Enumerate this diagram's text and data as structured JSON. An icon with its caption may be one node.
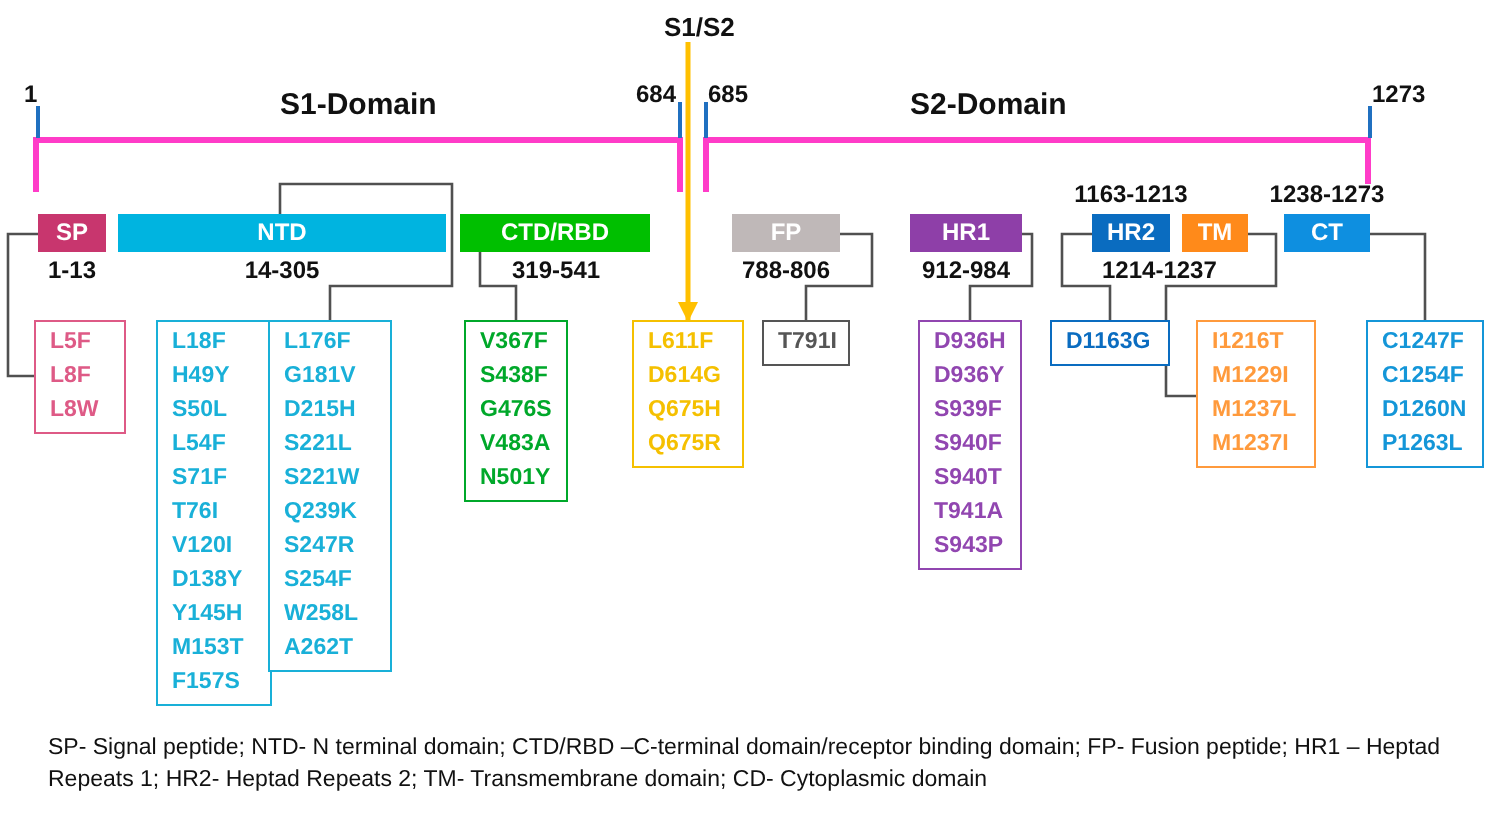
{
  "diagram": {
    "caption": "SP- Signal peptide; NTD- N terminal domain; CTD/RBD –C-terminal domain/receptor binding domain; FP- Fusion peptide; HR1 – Heptad Repeats 1; HR2- Heptad Repeats 2; TM- Transmembrane domain; CD- Cytoplasmic domain",
    "nodes": [
      {
        "text": [
          "S1/S2"
        ]
      },
      {
        "text": [
          "SP",
          "1-13"
        ]
      },
      {
        "text": [
          "NTD",
          "14-305"
        ]
      },
      {
        "text": [
          "CTD/RBD",
          "319-541"
        ]
      },
      {
        "text": [
          "FP",
          "788-806"
        ]
      },
      {
        "text": [
          "HR1",
          "912-984"
        ]
      },
      {
        "text": [
          "1163-1213",
          "HR2"
        ]
      },
      {
        "text": [
          "TM",
          "1214-1237"
        ]
      },
      {
        "text": [
          "1238-1273",
          "CT"
        ]
      },
      {
        "text": [
          "L5F",
          "L8F",
          "L8W"
        ]
      },
      {
        "text": [
          "L18F",
          "H49Y",
          "S50L",
          "L54F",
          "S71F",
          "T76I",
          "V120I",
          "D138Y",
          "Y145H",
          "M153T",
          "F157S"
        ]
      },
      {
        "text": [
          "L176F",
          "G181V",
          "D215H",
          "S221L",
          "S221W",
          "Q239K",
          "S247R",
          "S254F",
          "W258L",
          "A262T"
        ]
      },
      {
        "text": [
          "V367F",
          "S438F",
          "G476S",
          "V483A",
          "N501Y"
        ]
      },
      {
        "text": [
          "L611F",
          "D614G",
          "Q675H",
          "Q675R"
        ]
      },
      {
        "text": [
          "T791I"
        ]
      },
      {
        "text": [
          "D936H",
          "D936Y",
          "S939F",
          "S940F",
          "S940T",
          "T941A",
          "S943P"
        ]
      },
      {
        "text": [
          "D1163G"
        ]
      },
      {
        "text": [
          "I1216T",
          "M1229I",
          "M1237L",
          "M1237I"
        ]
      },
      {
        "text": [
          "C1247F",
          "C1254F",
          "D1260N",
          "P1263L"
        ]
      }
    ],
    "edges": [
      {
        "from": 0,
        "to": 13,
        "arrow": "to",
        "color": "#ffc000"
      },
      {
        "from": 1,
        "to": 9,
        "arrow": "none"
      },
      {
        "from": 2,
        "to": 11,
        "arrow": "none"
      },
      {
        "from": 3,
        "to": 12,
        "arrow": "none"
      },
      {
        "from": 4,
        "to": 14,
        "arrow": "none"
      },
      {
        "from": 5,
        "to": 15,
        "arrow": "none"
      },
      {
        "from": 6,
        "to": 16,
        "arrow": "none"
      },
      {
        "from": 7,
        "to": 17,
        "arrow": "none"
      },
      {
        "from": 8,
        "to": 18,
        "arrow": "none"
      }
    ],
    "labels": [
      "1",
      "S1-Domain",
      "684",
      "685",
      "S2-Domain",
      "1273"
    ]
  }
}
